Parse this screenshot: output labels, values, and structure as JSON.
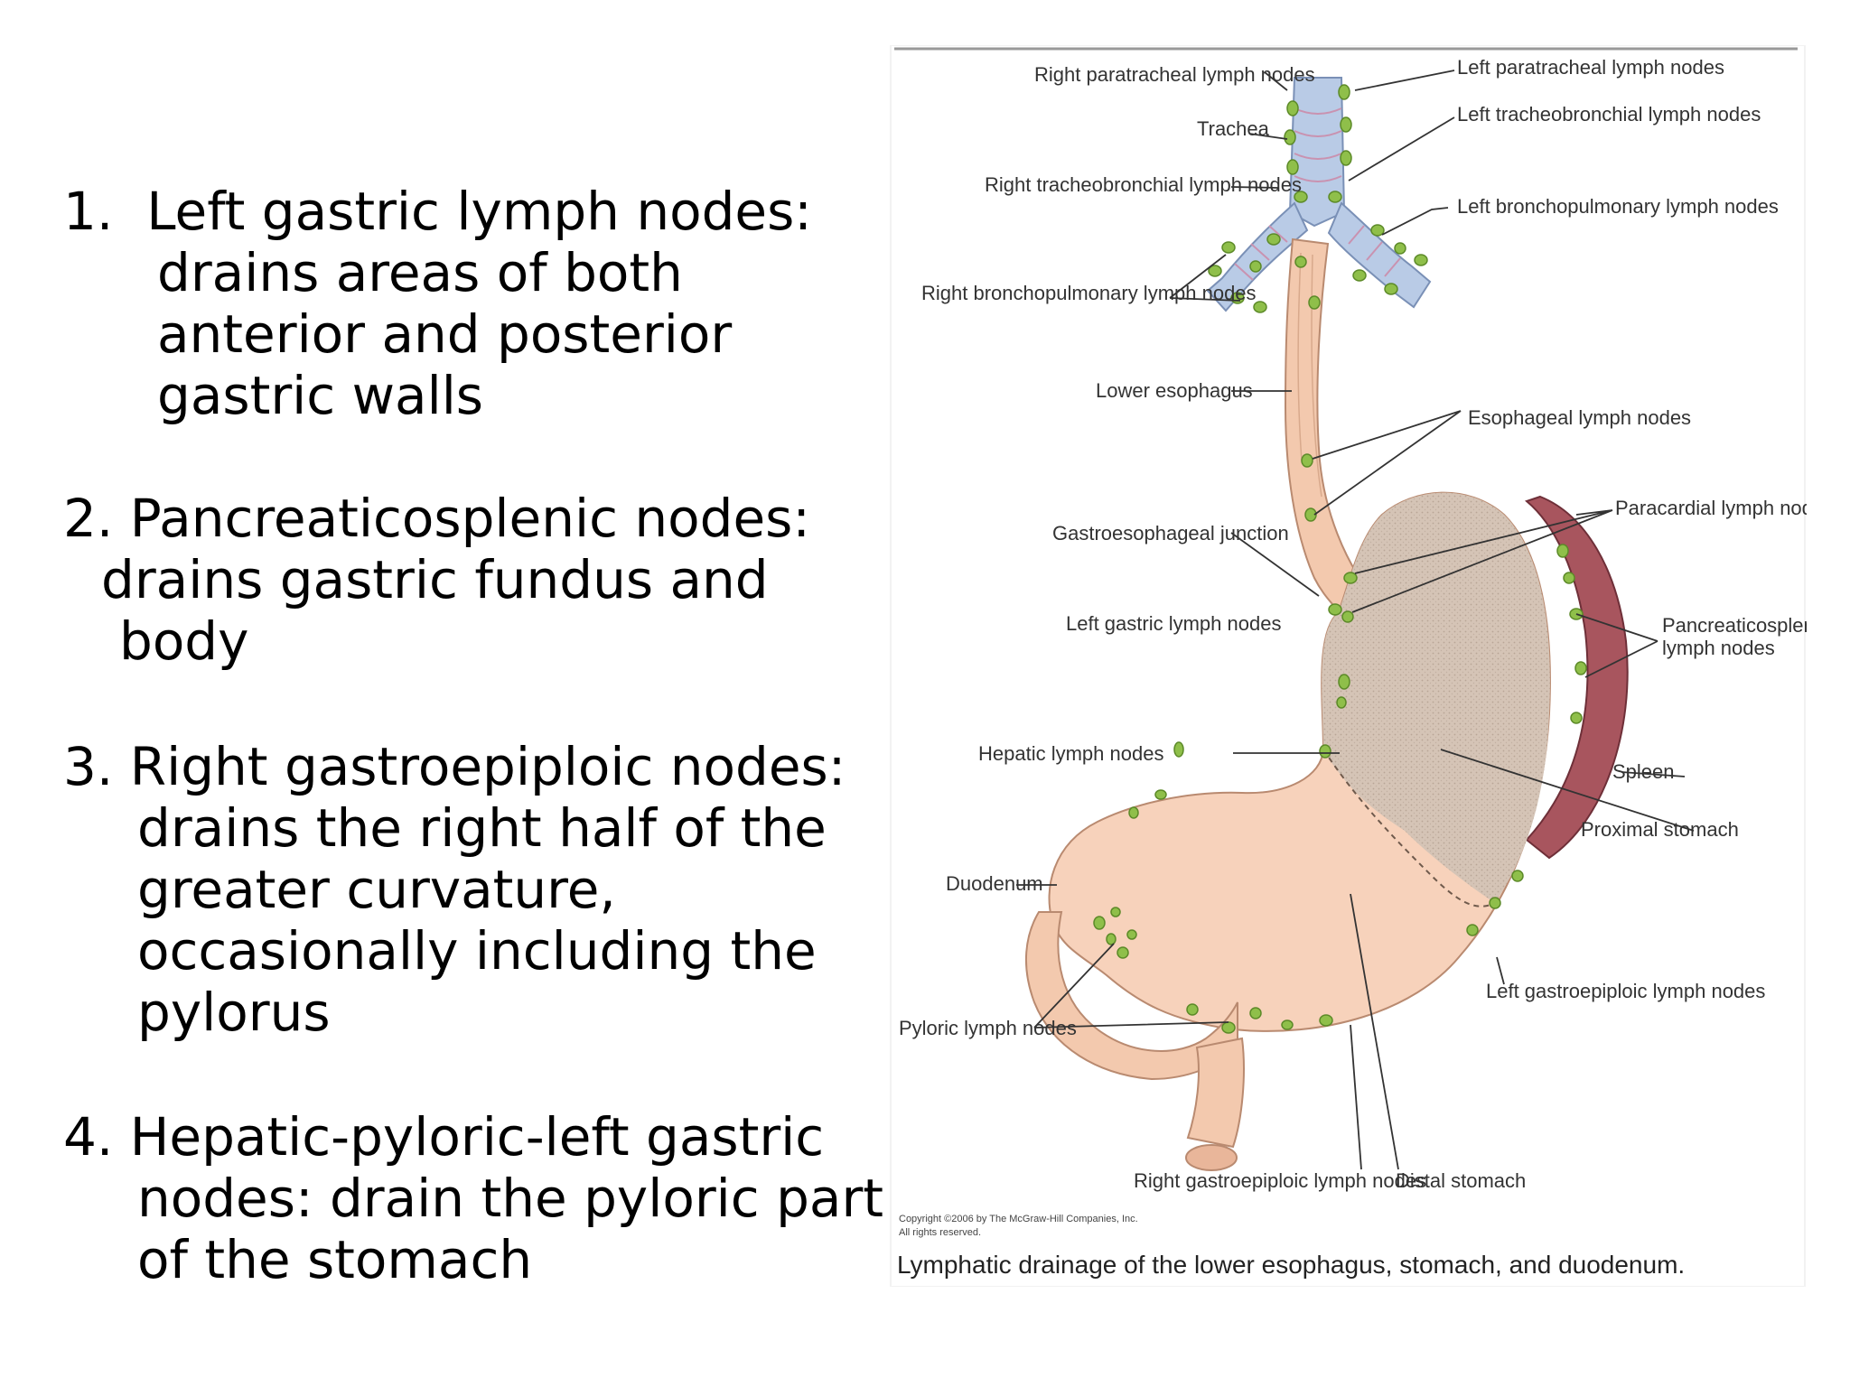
{
  "list": [
    {
      "number": "1.",
      "lines": [
        "Left gastric lymph nodes:",
        "drains areas of both",
        "anterior and posterior",
        "gastric walls"
      ]
    },
    {
      "number": "2.",
      "lines": [
        "Pancreaticosplenic nodes:",
        "drains gastric fundus and",
        "body"
      ]
    },
    {
      "number": "3.",
      "lines": [
        "Right gastroepiploic nodes:",
        "drains the right half of the",
        "greater curvature,",
        "occasionally including the",
        "pylorus"
      ]
    },
    {
      "number": "4.",
      "lines": [
        "Hepatic-pyloric-left gastric",
        "nodes: drain the pyloric part",
        "of the stomach"
      ]
    }
  ],
  "figure": {
    "labels": {
      "right_paratracheal": "Right paratracheal lymph nodes",
      "trachea": "Trachea",
      "right_tracheobronchial": "Right tracheobronchial lymph nodes",
      "right_bronchopulmonary": "Right bronchopulmonary lymph nodes",
      "left_paratracheal": "Left paratracheal lymph nodes",
      "left_tracheobronchial": "Left tracheobronchial lymph nodes",
      "left_bronchopulmonary": "Left bronchopulmonary lymph nodes",
      "lower_esophagus": "Lower esophagus",
      "esophageal_nodes": "Esophageal lymph nodes",
      "paracardial_nodes": "Paracardial lymph nodes",
      "gastroesophageal_junction": "Gastroesophageal junction",
      "left_gastric_nodes": "Left gastric lymph nodes",
      "pancreaticosplenic_line1": "Pancreaticosplenic",
      "pancreaticosplenic_line2": "lymph nodes",
      "hepatic_nodes": "Hepatic lymph nodes",
      "spleen": "Spleen",
      "proximal_stomach": "Proximal stomach",
      "duodenum": "Duodenum",
      "left_gastroepiploic": "Left gastroepiploic lymph nodes",
      "pyloric_nodes": "Pyloric lymph nodes",
      "right_gastroepiploic": "Right gastroepiploic lymph nodes",
      "distal_stomach": "Distal stomach"
    },
    "copyright_line1": "Copyright ©2006 by The McGraw-Hill Companies, Inc.",
    "copyright_line2": "All rights reserved.",
    "caption": "Lymphatic drainage of the lower esophagus, stomach, and duodenum.",
    "colors": {
      "trachea": "#b9cbe6",
      "esophagus": "#f3c9ae",
      "stomach_proximal": "#d5c4b6",
      "stomach_distal": "#f7d2bb",
      "spleen": "#a8555e",
      "lymph_node": "#8fbf4a",
      "leader_line": "#333333"
    }
  }
}
